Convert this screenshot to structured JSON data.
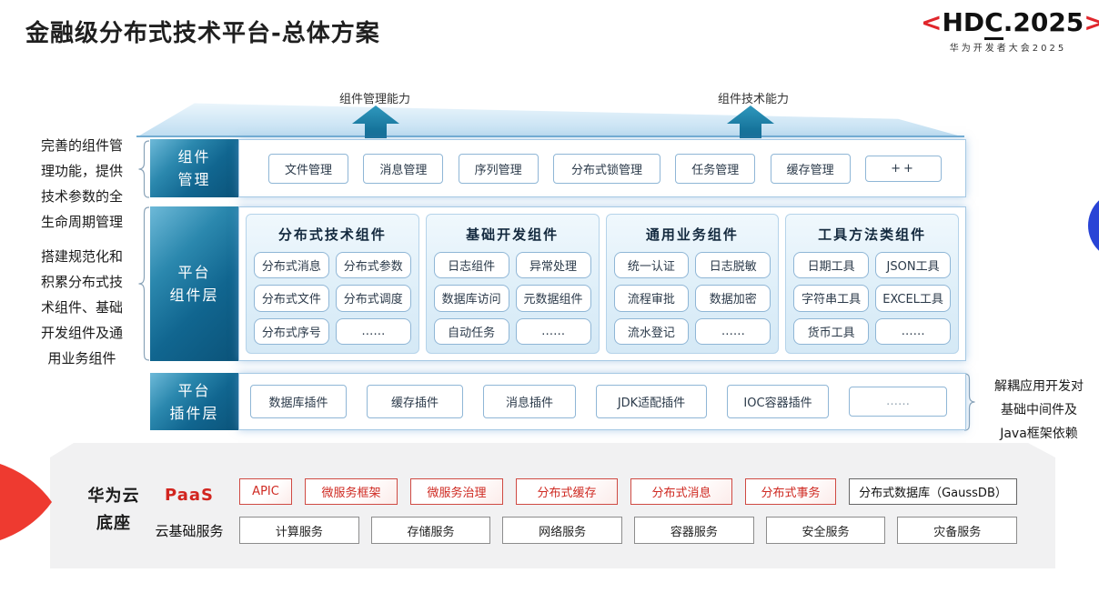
{
  "title": "金融级分布式技术平台-总体方案",
  "logo": {
    "open": "<",
    "hd": "HD",
    "c": "C",
    "year": ".2025",
    "close": ">",
    "subtitle": "华为开发者大会2025"
  },
  "arrows": {
    "left": "组件管理能力",
    "right": "组件技术能力"
  },
  "left_notes": {
    "note1_lines": [
      "完善的组件管",
      "理功能，提供",
      "技术参数的全",
      "生命周期管理"
    ],
    "note2_lines": [
      "搭建规范化和",
      "积累分布式技",
      "术组件、基础",
      "开发组件及通",
      "用业务组件"
    ]
  },
  "right_note_lines": [
    "解耦应用开发对",
    "基础中间件及",
    "Java框架依赖"
  ],
  "layers": {
    "management": {
      "label_lines": [
        "组件",
        "管理"
      ],
      "items": [
        "文件管理",
        "消息管理",
        "序列管理",
        "分布式锁管理",
        "任务管理",
        "缓存管理",
        "++"
      ]
    },
    "components": {
      "label_lines": [
        "平台",
        "组件层"
      ],
      "columns": [
        {
          "header": "分布式技术组件",
          "cells": [
            "分布式消息",
            "分布式参数",
            "分布式文件",
            "分布式调度",
            "分布式序号",
            "……"
          ]
        },
        {
          "header": "基础开发组件",
          "cells": [
            "日志组件",
            "异常处理",
            "数据库访问",
            "元数据组件",
            "自动任务",
            "……"
          ]
        },
        {
          "header": "通用业务组件",
          "cells": [
            "统一认证",
            "日志脱敏",
            "流程审批",
            "数据加密",
            "流水登记",
            "……"
          ]
        },
        {
          "header": "工具方法类组件",
          "cells": [
            "日期工具",
            "JSON工具",
            "字符串工具",
            "EXCEL工具",
            "货币工具",
            "……"
          ]
        }
      ]
    },
    "plugins": {
      "label_lines": [
        "平台",
        "插件层"
      ],
      "items": [
        "数据库插件",
        "缓存插件",
        "消息插件",
        "JDK适配插件",
        "IOC容器插件",
        "……"
      ]
    }
  },
  "base": {
    "main_label_lines": [
      "华为云",
      "底座"
    ],
    "paas": {
      "label": "PaaS",
      "items": [
        "APIC",
        "微服务框架",
        "微服务治理",
        "分布式缓存",
        "分布式消息",
        "分布式事务",
        "分布式数据库（GaussDB）"
      ]
    },
    "cloud": {
      "label": "云基础服务",
      "items": [
        "计算服务",
        "存储服务",
        "网络服务",
        "容器服务",
        "安全服务",
        "灾备服务"
      ]
    }
  },
  "colors": {
    "teal_dark": "#0b5379",
    "teal_light": "#6db9d8",
    "huawei_red": "#e0262c",
    "red_box": "#cf2a22",
    "circle_blue": "#2944d6",
    "fan_red": "#ee3a30"
  }
}
